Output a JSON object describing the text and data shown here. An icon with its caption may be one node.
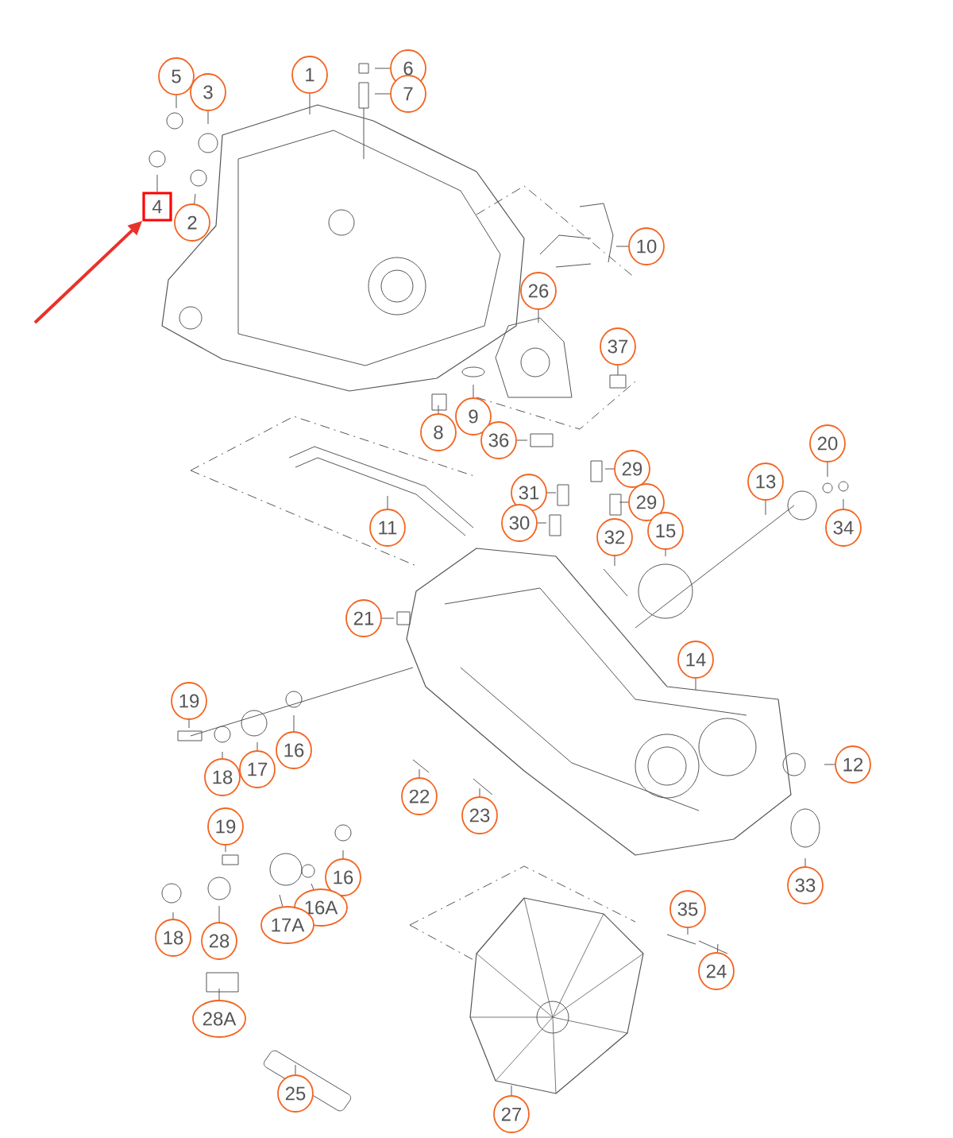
{
  "diagram": {
    "nodes": [
      {
        "text": [
          "1"
        ]
      },
      {
        "text": [
          "6"
        ]
      },
      {
        "text": [
          "5"
        ]
      },
      {
        "text": [
          "3"
        ]
      },
      {
        "text": [
          "7"
        ]
      },
      {
        "text": [
          "4"
        ]
      },
      {
        "text": [
          "2"
        ]
      },
      {
        "text": [
          "10"
        ]
      },
      {
        "text": [
          "26"
        ]
      },
      {
        "text": [
          "37"
        ]
      },
      {
        "text": [
          "9"
        ]
      },
      {
        "text": [
          "8"
        ]
      },
      {
        "text": [
          "36"
        ]
      },
      {
        "text": [
          "20"
        ]
      },
      {
        "text": [
          "29"
        ]
      },
      {
        "text": [
          "13"
        ]
      },
      {
        "text": [
          "31"
        ]
      },
      {
        "text": [
          "29"
        ]
      },
      {
        "text": [
          "30"
        ]
      },
      {
        "text": [
          "11"
        ]
      },
      {
        "text": [
          "34"
        ]
      },
      {
        "text": [
          "15"
        ]
      },
      {
        "text": [
          "32"
        ]
      },
      {
        "text": [
          "21"
        ]
      },
      {
        "text": [
          "14"
        ]
      },
      {
        "text": [
          "19"
        ]
      },
      {
        "text": [
          "16"
        ]
      },
      {
        "text": [
          "12"
        ]
      },
      {
        "text": [
          "17"
        ]
      },
      {
        "text": [
          "18"
        ]
      },
      {
        "text": [
          "22"
        ]
      },
      {
        "text": [
          "23"
        ]
      },
      {
        "text": [
          "19"
        ]
      },
      {
        "text": [
          "16"
        ]
      },
      {
        "text": [
          "33"
        ]
      },
      {
        "text": [
          "16A"
        ]
      },
      {
        "text": [
          "35"
        ]
      },
      {
        "text": [
          "17A"
        ]
      },
      {
        "text": [
          "18"
        ]
      },
      {
        "text": [
          "28"
        ]
      },
      {
        "text": [
          "24"
        ]
      },
      {
        "text": [
          "28A"
        ]
      },
      {
        "text": [
          "25"
        ]
      },
      {
        "text": [
          "27"
        ]
      }
    ],
    "edges": [
      {
        "from": 0,
        "to": null,
        "arrow": "none"
      },
      {
        "from": 1,
        "to": null,
        "arrow": "none"
      },
      {
        "from": 2,
        "to": null,
        "arrow": "none"
      },
      {
        "from": 3,
        "to": null,
        "arrow": "none"
      },
      {
        "from": 4,
        "to": null,
        "arrow": "none"
      },
      {
        "from": 5,
        "to": null,
        "arrow": "none"
      },
      {
        "from": 6,
        "to": null,
        "arrow": "none"
      },
      {
        "from": 7,
        "to": null,
        "arrow": "none"
      },
      {
        "from": 8,
        "to": null,
        "arrow": "none"
      },
      {
        "from": 9,
        "to": null,
        "arrow": "none"
      },
      {
        "from": 10,
        "to": null,
        "arrow": "none"
      },
      {
        "from": 11,
        "to": null,
        "arrow": "none"
      },
      {
        "from": 12,
        "to": null,
        "arrow": "none"
      },
      {
        "from": 13,
        "to": null,
        "arrow": "none"
      },
      {
        "from": 14,
        "to": null,
        "arrow": "none"
      },
      {
        "from": 15,
        "to": null,
        "arrow": "none"
      },
      {
        "from": 16,
        "to": null,
        "arrow": "none"
      },
      {
        "from": 17,
        "to": null,
        "arrow": "none"
      },
      {
        "from": 18,
        "to": null,
        "arrow": "none"
      },
      {
        "from": 19,
        "to": null,
        "arrow": "none"
      },
      {
        "from": 20,
        "to": null,
        "arrow": "none"
      },
      {
        "from": 21,
        "to": null,
        "arrow": "none"
      },
      {
        "from": 22,
        "to": null,
        "arrow": "none"
      },
      {
        "from": 23,
        "to": null,
        "arrow": "none"
      },
      {
        "from": 24,
        "to": null,
        "arrow": "none"
      },
      {
        "from": 25,
        "to": null,
        "arrow": "none"
      },
      {
        "from": 26,
        "to": null,
        "arrow": "none"
      },
      {
        "from": 27,
        "to": null,
        "arrow": "none"
      },
      {
        "from": 28,
        "to": null,
        "arrow": "none"
      },
      {
        "from": 29,
        "to": null,
        "arrow": "none"
      },
      {
        "from": 30,
        "to": null,
        "arrow": "none"
      },
      {
        "from": 31,
        "to": null,
        "arrow": "none"
      },
      {
        "from": 32,
        "to": null,
        "arrow": "none"
      },
      {
        "from": 33,
        "to": null,
        "arrow": "none"
      },
      {
        "from": 34,
        "to": null,
        "arrow": "none"
      },
      {
        "from": 35,
        "to": null,
        "arrow": "none"
      },
      {
        "from": 36,
        "to": null,
        "arrow": "none"
      },
      {
        "from": 37,
        "to": null,
        "arrow": "none"
      },
      {
        "from": 38,
        "to": null,
        "arrow": "none"
      },
      {
        "from": 39,
        "to": null,
        "arrow": "none"
      },
      {
        "from": 40,
        "to": null,
        "arrow": "none"
      },
      {
        "from": 41,
        "to": null,
        "arrow": "none"
      },
      {
        "from": 42,
        "to": null,
        "arrow": "none"
      },
      {
        "from": 43,
        "to": null,
        "arrow": "none"
      },
      {
        "from": null,
        "to": 5,
        "arrow": "to",
        "style": "thick",
        "color": "#e8322a"
      }
    ]
  }
}
